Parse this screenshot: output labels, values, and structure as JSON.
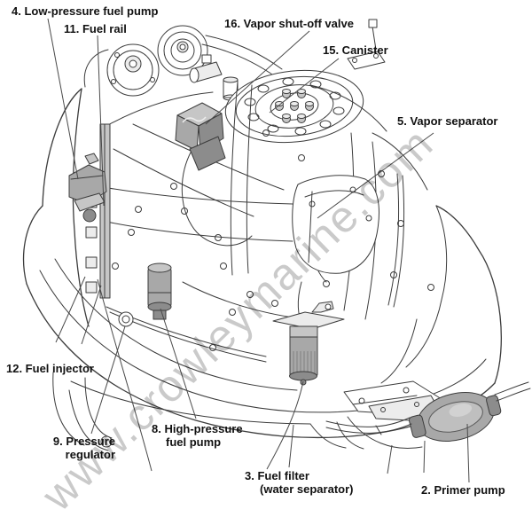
{
  "diagram": {
    "watermark": "www.crowleymarine.com",
    "labels": {
      "low_pressure_fuel_pump": "4. Low-pressure fuel pump",
      "fuel_rail": "11. Fuel rail",
      "vapor_shut_off_valve": "16. Vapor shut-off valve",
      "canister": "15. Canister",
      "vapor_separator": "5. Vapor separator",
      "fuel_injector": "12. Fuel injector",
      "pressure_regulator_line1": "9. Pressure",
      "pressure_regulator_line2": "regulator",
      "high_pressure_fuel_pump_line1": "8. High-pressure",
      "high_pressure_fuel_pump_line2": "fuel pump",
      "fuel_filter_line1": "3. Fuel filter",
      "fuel_filter_line2": "(water separator)",
      "primer_pump": "2. Primer pump"
    },
    "colors": {
      "background": "#ffffff",
      "line": "#3c3c3c",
      "label_text": "#111111",
      "watermark": "#bdbdbd",
      "part_shade": "#a8a8a8",
      "part_shade_dark": "#8c8c8c",
      "part_shade_light": "#c6c6c6"
    }
  }
}
